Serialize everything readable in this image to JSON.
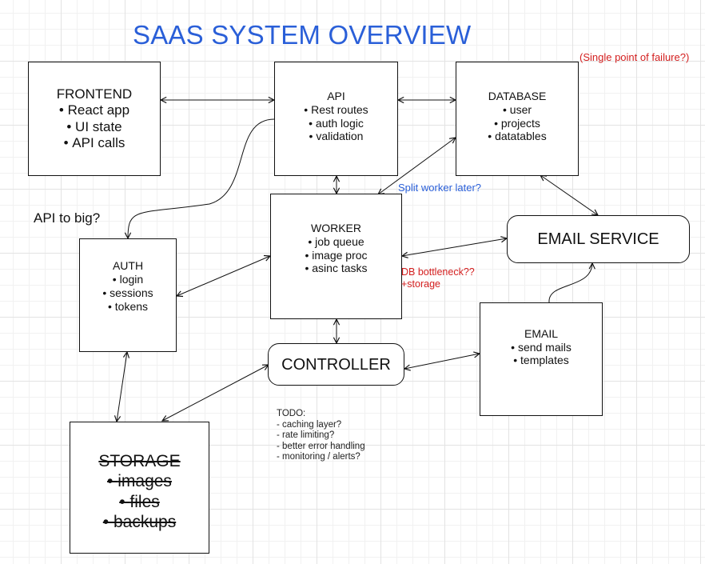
{
  "title": "SAAS SYSTEM OVERVIEW",
  "colors": {
    "title": "#2a5fd8",
    "warning": "#d42020",
    "note_blue": "#2a5fd8",
    "line": "#111111"
  },
  "nodes": {
    "frontend": {
      "title": "FRONTEND",
      "items": [
        "React app",
        "UI state",
        "API calls"
      ]
    },
    "api": {
      "title": "API",
      "items": [
        "Rest routes",
        "auth logic",
        "validation"
      ]
    },
    "database": {
      "title": "DATABASE",
      "items": [
        "user",
        "projects",
        "datatables"
      ]
    },
    "worker": {
      "title": "WORKER",
      "items": [
        "job queue",
        "image proc",
        "asinc tasks"
      ]
    },
    "auth": {
      "title": "AUTH",
      "items": [
        "login",
        "sessions",
        "tokens"
      ]
    },
    "email_service": {
      "title": "EMAIL SERVICE"
    },
    "controller": {
      "title": "CONTROLLER"
    },
    "email": {
      "title": "EMAIL",
      "items": [
        "send mails",
        "templates"
      ]
    },
    "storage": {
      "title": "STORAGE",
      "items": [
        "images",
        "files",
        "backups"
      ],
      "struck_through": true
    }
  },
  "annotations": {
    "spof": "(Single point of failure?)",
    "split_worker": "Split worker later?",
    "api_too_big": "API to big?",
    "db_bottleneck_1": "DB bottleneck??",
    "db_bottleneck_2": "+storage"
  },
  "todo": {
    "heading": "TODO:",
    "items": [
      "caching layer?",
      "rate limiting?",
      "better error handling",
      "monitoring / alerts?"
    ]
  },
  "connections": [
    {
      "from": "frontend",
      "to": "api",
      "arrows": "both",
      "style": "straight"
    },
    {
      "from": "api",
      "to": "database",
      "arrows": "both",
      "style": "straight"
    },
    {
      "from": "api",
      "to": "worker",
      "arrows": "both",
      "style": "straight"
    },
    {
      "from": "api",
      "to": "auth",
      "arrows": "end",
      "style": "curved"
    },
    {
      "from": "database",
      "to": "worker",
      "arrows": "both",
      "style": "straight"
    },
    {
      "from": "database",
      "to": "email_service",
      "arrows": "both",
      "style": "straight"
    },
    {
      "from": "worker",
      "to": "auth",
      "arrows": "both",
      "style": "straight"
    },
    {
      "from": "worker",
      "to": "email_service",
      "arrows": "both",
      "style": "straight"
    },
    {
      "from": "worker",
      "to": "controller",
      "arrows": "both",
      "style": "straight"
    },
    {
      "from": "controller",
      "to": "email",
      "arrows": "both",
      "style": "straight"
    },
    {
      "from": "controller",
      "to": "storage",
      "arrows": "both",
      "style": "straight"
    },
    {
      "from": "auth",
      "to": "storage",
      "arrows": "both",
      "style": "straight"
    },
    {
      "from": "email",
      "to": "email_service",
      "arrows": "end",
      "style": "curved"
    }
  ]
}
